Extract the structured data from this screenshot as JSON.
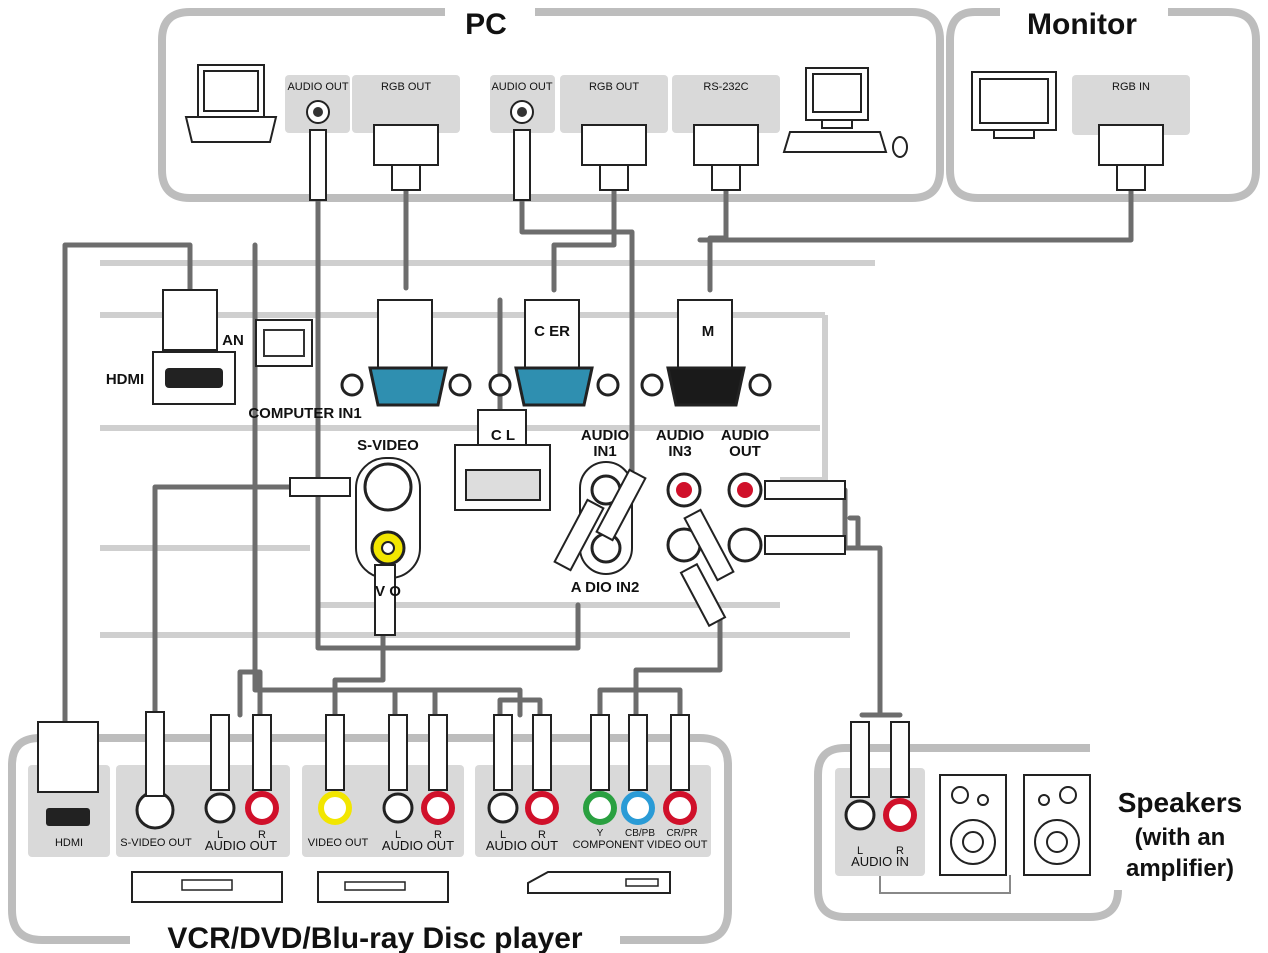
{
  "groups": {
    "pc": "PC",
    "monitor": "Monitor",
    "player": "VCR/DVD/Blu-ray Disc player",
    "speakers_line1": "Speakers",
    "speakers_line2": "(with an",
    "speakers_line3": "amplifier)"
  },
  "pc_ports": {
    "audio_out_1": "AUDIO OUT",
    "rgb_out_1": "RGB OUT",
    "audio_out_2": "AUDIO OUT",
    "rgb_out_2": "RGB OUT",
    "rs232c": "RS-232C"
  },
  "monitor_ports": {
    "rgb_in": "RGB IN"
  },
  "projector_ports": {
    "lan": "AN",
    "hdmi": "HDMI",
    "computer_in1": "COMPUTER IN1",
    "computer_in2": "C      ER",
    "monitor_out": "M      ",
    "control": "C      L",
    "s_video": "S-VIDEO",
    "video": "V    O",
    "audio_in1_line1": "AUDIO",
    "audio_in1_line2": "IN1",
    "audio_in3_line1": "AUDIO",
    "audio_in3_line2": "IN3",
    "audio_out_line1": "AUDIO",
    "audio_out_line2": "OUT",
    "audio_in2": "A  DIO IN2"
  },
  "player_ports": {
    "hdmi": "HDMI",
    "s_video_out": "S-VIDEO OUT",
    "l1": "L",
    "r1": "R",
    "audio_out_1": "AUDIO OUT",
    "video_out": "VIDEO OUT",
    "l2": "L",
    "r2": "R",
    "audio_out_2": "AUDIO OUT",
    "l3": "L",
    "r3": "R",
    "audio_out_3": "AUDIO OUT",
    "y": "Y",
    "cb": "CB/PB",
    "cr": "CR/PR",
    "component_video_out": "COMPONENT VIDEO OUT"
  },
  "speaker_ports": {
    "l": "L",
    "r": "R",
    "audio_in": "AUDIO IN"
  },
  "colors": {
    "frame": "#bdbdbd",
    "panel": "#d9d9d9",
    "cable": "#6d6d6d",
    "vga_blue": "#2f8fb0",
    "vga_black": "#1a1a1a",
    "red": "#d0102a",
    "yellow": "#f2e600",
    "green": "#2aa040",
    "blue": "#2a9bd6",
    "white": "#ffffff"
  }
}
